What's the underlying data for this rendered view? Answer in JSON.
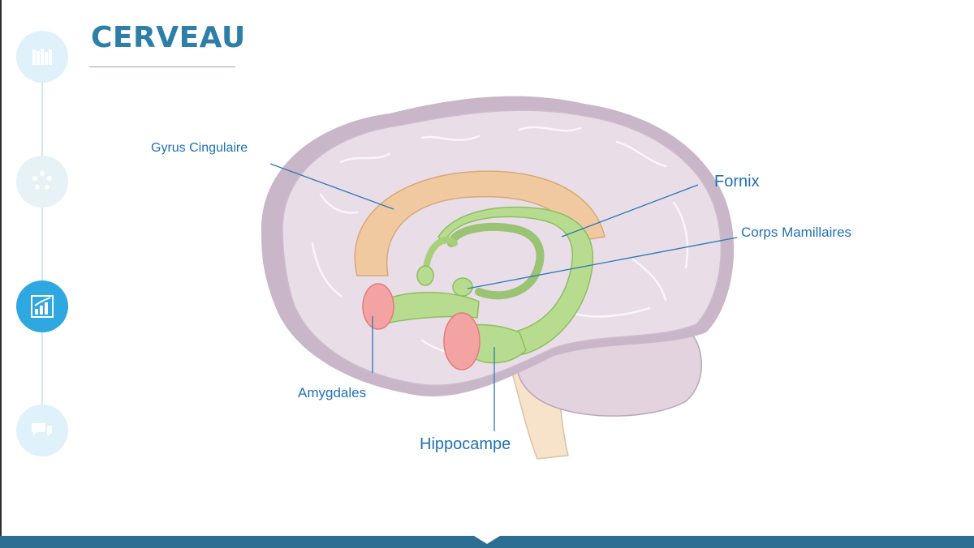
{
  "page": {
    "title": "CERVEAU"
  },
  "sidebar": {
    "items": [
      {
        "icon": "books-icon",
        "active": false
      },
      {
        "icon": "cycle-icon",
        "active": false
      },
      {
        "icon": "bar-chart-icon",
        "active": true
      },
      {
        "icon": "chat-bubbles-icon",
        "active": false
      }
    ]
  },
  "diagram": {
    "labels": {
      "gyrus": "Gyrus Cingulaire",
      "fornix": "Fornix",
      "mamillaires": "Corps Mamillaires",
      "amygdales": "Amygdales",
      "hippocampe": "Hippocampe"
    }
  },
  "colors": {
    "title": "#2d7fa8",
    "label": "#1f72b6",
    "leader_line": "#2a78b8",
    "brain": "#e9dde8",
    "cingulate": "#f1c9a1",
    "limbic": "#b8dc8f",
    "amygdala": "#f4a3a3",
    "bottom_bar": "#2d6f93",
    "active_nav": "#2fa7e0"
  }
}
